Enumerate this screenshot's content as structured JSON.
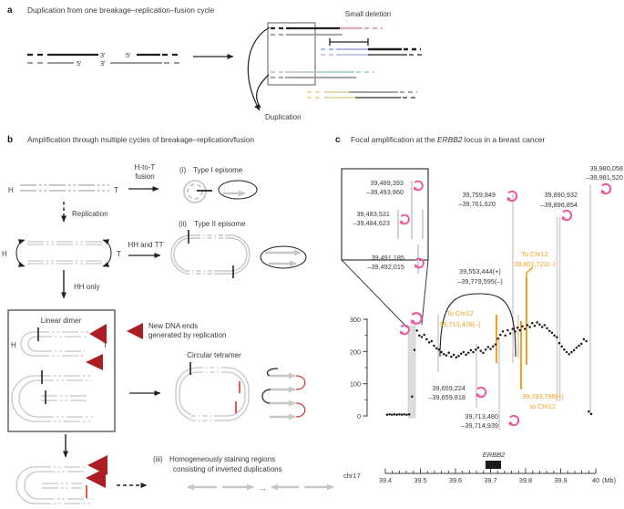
{
  "figure": {
    "panel_a": {
      "label": "a",
      "title": "Duplication from one breakage–replication–fusion cycle",
      "end_3p_top": "3'",
      "end_5p_top": "5'",
      "end_5p_bottom": "5'",
      "end_3p_bottom": "3'",
      "small_deletion_label": "Small deletion",
      "duplication_label": "Duplication"
    },
    "panel_b": {
      "label": "b",
      "title": "Amplification through multiple cycles of breakage–replication/fusion",
      "h": "H",
      "t": "T",
      "fusion_line1": "H-to-T",
      "fusion_line2": "fusion",
      "episome1_num": "(i)",
      "episome1_name": "Type I episome",
      "replication_label": "Replication",
      "hh_tt_label": "HH and TT",
      "episome2_num": "(ii)",
      "episome2_name": "Type II episome",
      "hh_only_label": "HH only",
      "linear_dimer_title": "Linear dimer",
      "legend_line1": "New DNA ends",
      "legend_line2": "generated by replication",
      "tetramer_label": "Circular tetramer",
      "hsr_num": "(iii)",
      "hsr_line1": "Homogeneously staining regions",
      "hsr_line2": "consisting of inverted duplications",
      "ellipsis": "..."
    },
    "panel_c": {
      "label": "c",
      "title_prefix": "Focal amplification at the ",
      "title_gene": "ERBB2",
      "title_suffix": " locus in a breast cancer",
      "inset_annotations": [
        {
          "line1": "39,489,393",
          "line2": "–39,493,960"
        },
        {
          "line1": "39,483,531",
          "line2": "–39,484,623"
        },
        {
          "line1": "39,491,185",
          "line2": "–39,492,015"
        }
      ],
      "fold_back_annotations": [
        {
          "line1": "39,759,849",
          "line2": "–39,761,620"
        },
        {
          "line1": "39,890,932",
          "line2": "–39,896,854"
        },
        {
          "line1": "39,980,058",
          "line2": "–39,981,520"
        },
        {
          "line1": "39,659,224",
          "line2": "–39,659,818"
        },
        {
          "line1": "39,713,480",
          "line2": "–39,714,939"
        }
      ],
      "bracket_annotation": {
        "line1": "39,553,444(+)",
        "line2": "–39,779,595(–)"
      },
      "translocation_annotations": [
        {
          "line1": "To Chr12",
          "line2": "39,801,721(–)"
        },
        {
          "line1": "To Chr12",
          "line2": "39,713,478(–)"
        },
        {
          "line1": "39,783,799(+)",
          "line2": "to Chr12"
        }
      ],
      "gene_label": "ERBB2",
      "chrom_label": "chr17",
      "unit_label": "(Mb)",
      "y_tick_labels": [
        "300",
        "200",
        "100",
        "0"
      ],
      "x_tick_labels": [
        "39.4",
        "39.5",
        "39.6",
        "39.7",
        "39.8",
        "39.9",
        "40"
      ]
    }
  },
  "chart_data": {
    "type": "scatter",
    "title": "Focal amplification at the ERBB2 locus in a breast cancer",
    "xlabel": "chr17 (Mb)",
    "ylabel": "",
    "xlim": [
      39.4,
      40.0
    ],
    "ylim": [
      0,
      320
    ],
    "x_ticks": [
      39.4,
      39.5,
      39.6,
      39.7,
      39.8,
      39.9,
      40.0
    ],
    "y_ticks": [
      0,
      100,
      200,
      300
    ],
    "points": [
      [
        39.405,
        4
      ],
      [
        39.412,
        5
      ],
      [
        39.419,
        4
      ],
      [
        39.426,
        5
      ],
      [
        39.433,
        4
      ],
      [
        39.44,
        5
      ],
      [
        39.447,
        4
      ],
      [
        39.454,
        5
      ],
      [
        39.461,
        4
      ],
      [
        39.468,
        5
      ],
      [
        39.476,
        60
      ],
      [
        39.483,
        205
      ],
      [
        39.49,
        265
      ],
      [
        39.497,
        250
      ],
      [
        39.504,
        245
      ],
      [
        39.511,
        252
      ],
      [
        39.518,
        238
      ],
      [
        39.525,
        228
      ],
      [
        39.532,
        232
      ],
      [
        39.539,
        218
      ],
      [
        39.546,
        210
      ],
      [
        39.553,
        206
      ],
      [
        39.56,
        198
      ],
      [
        39.567,
        192
      ],
      [
        39.574,
        188
      ],
      [
        39.581,
        196
      ],
      [
        39.588,
        184
      ],
      [
        39.595,
        190
      ],
      [
        39.602,
        182
      ],
      [
        39.609,
        186
      ],
      [
        39.616,
        193
      ],
      [
        39.623,
        198
      ],
      [
        39.63,
        190
      ],
      [
        39.637,
        196
      ],
      [
        39.644,
        204
      ],
      [
        39.651,
        198
      ],
      [
        39.658,
        206
      ],
      [
        39.665,
        212
      ],
      [
        39.672,
        202
      ],
      [
        39.679,
        196
      ],
      [
        39.686,
        206
      ],
      [
        39.693,
        214
      ],
      [
        39.7,
        208
      ],
      [
        39.707,
        216
      ],
      [
        39.714,
        222
      ],
      [
        39.721,
        240
      ],
      [
        39.728,
        252
      ],
      [
        39.735,
        262
      ],
      [
        39.742,
        250
      ],
      [
        39.749,
        266
      ],
      [
        39.756,
        256
      ],
      [
        39.763,
        270
      ],
      [
        39.77,
        262
      ],
      [
        39.777,
        274
      ],
      [
        39.784,
        266
      ],
      [
        39.791,
        278
      ],
      [
        39.798,
        270
      ],
      [
        39.805,
        282
      ],
      [
        39.812,
        276
      ],
      [
        39.819,
        288
      ],
      [
        39.826,
        280
      ],
      [
        39.833,
        290
      ],
      [
        39.84,
        284
      ],
      [
        39.847,
        276
      ],
      [
        39.854,
        282
      ],
      [
        39.861,
        272
      ],
      [
        39.868,
        264
      ],
      [
        39.875,
        258
      ],
      [
        39.882,
        250
      ],
      [
        39.889,
        244
      ],
      [
        39.896,
        226
      ],
      [
        39.903,
        216
      ],
      [
        39.91,
        206
      ],
      [
        39.917,
        198
      ],
      [
        39.924,
        192
      ],
      [
        39.931,
        198
      ],
      [
        39.938,
        204
      ],
      [
        39.945,
        212
      ],
      [
        39.952,
        218
      ],
      [
        39.959,
        224
      ],
      [
        39.966,
        238
      ],
      [
        39.973,
        232
      ],
      [
        39.98,
        14
      ],
      [
        39.987,
        6
      ]
    ],
    "breakpoint_tracks": {
      "fold_back_junctions_color": "#f0509b",
      "interchromosomal_color": "#f5a01b",
      "segment_color": "#d2d2d2"
    }
  }
}
